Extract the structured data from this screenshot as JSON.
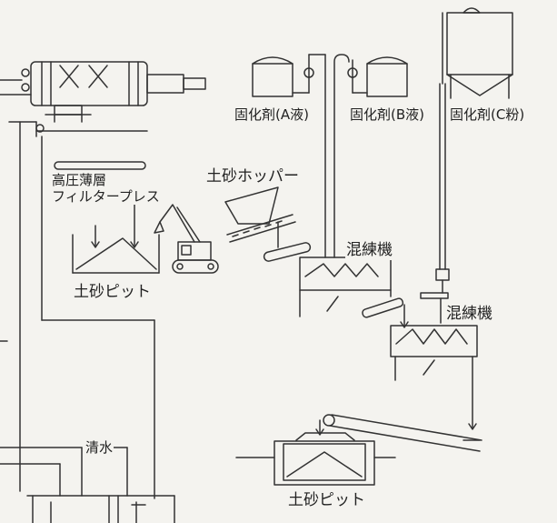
{
  "labels": {
    "agent_a": "固化剤(A液)",
    "agent_b": "固化剤(B液)",
    "agent_c": "固化剤(C粉)",
    "filter_press_line1": "高圧薄層",
    "filter_press_line2": "フィルタープレス",
    "soil_hopper": "土砂ホッパー",
    "mixer_1": "混練機",
    "mixer_2": "混練機",
    "soil_pit_1": "土砂ピット",
    "soil_pit_2": "土砂ピット",
    "clear_water": "清水"
  },
  "colors": {
    "line": "#333333",
    "background": "#f4f3ef"
  }
}
